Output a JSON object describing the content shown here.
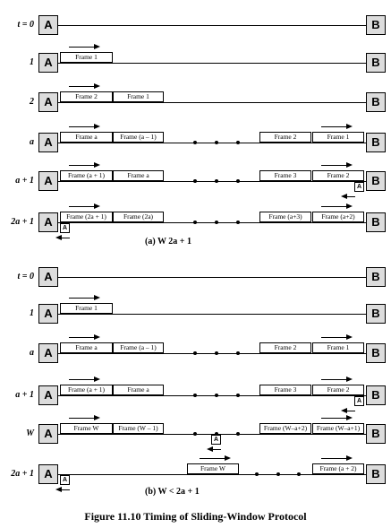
{
  "stations": {
    "left": "A",
    "right": "B",
    "ack": "A"
  },
  "panels": [
    {
      "caption": "(a) W    2a + 1",
      "rows": [
        {
          "label": "t = 0",
          "frames": [],
          "ack": null,
          "dots": false
        },
        {
          "label": "1",
          "frames": [
            {
              "text": "Frame 1",
              "slot": "L1",
              "arrow": true
            }
          ],
          "ack": null,
          "dots": false
        },
        {
          "label": "2",
          "frames": [
            {
              "text": "Frame 2",
              "slot": "L1",
              "arrow": true
            },
            {
              "text": "Frame 1",
              "slot": "L2",
              "arrow": false
            }
          ],
          "ack": null,
          "dots": false
        },
        {
          "label": "a",
          "frames": [
            {
              "text": "Frame a",
              "slot": "L1",
              "arrow": true
            },
            {
              "text": "Frame (a – 1)",
              "slot": "L2",
              "arrow": false
            },
            {
              "text": "Frame 2",
              "slot": "R2",
              "arrow": false
            },
            {
              "text": "Frame 1",
              "slot": "R1",
              "arrow": true
            }
          ],
          "ack": null,
          "dots": true
        },
        {
          "label": "a + 1",
          "frames": [
            {
              "text": "Frame (a + 1)",
              "slot": "L1",
              "arrow": true
            },
            {
              "text": "Frame a",
              "slot": "L2",
              "arrow": false
            },
            {
              "text": "Frame 3",
              "slot": "R2",
              "arrow": false
            },
            {
              "text": "Frame 2",
              "slot": "R1",
              "arrow": true
            }
          ],
          "ack": "right",
          "dots": true
        },
        {
          "label": "2a + 1",
          "frames": [
            {
              "text": "Frame (2a + 1)",
              "slot": "L1",
              "arrow": true
            },
            {
              "text": "Frame (2a)",
              "slot": "L2",
              "arrow": false
            },
            {
              "text": "Frame (a+3)",
              "slot": "R2",
              "arrow": false
            },
            {
              "text": "Frame (a+2)",
              "slot": "R1",
              "arrow": true
            }
          ],
          "ack": "left",
          "dots": true
        }
      ]
    },
    {
      "caption": "(b) W < 2a + 1",
      "rows": [
        {
          "label": "t = 0",
          "frames": [],
          "ack": null,
          "dots": false
        },
        {
          "label": "1",
          "frames": [
            {
              "text": "Frame 1",
              "slot": "L1",
              "arrow": true
            }
          ],
          "ack": null,
          "dots": false
        },
        {
          "label": "a",
          "frames": [
            {
              "text": "Frame a",
              "slot": "L1",
              "arrow": true
            },
            {
              "text": "Frame (a – 1)",
              "slot": "L2",
              "arrow": false
            },
            {
              "text": "Frame 2",
              "slot": "R2",
              "arrow": false
            },
            {
              "text": "Frame 1",
              "slot": "R1",
              "arrow": true
            }
          ],
          "ack": null,
          "dots": true
        },
        {
          "label": "a + 1",
          "frames": [
            {
              "text": "Frame (a + 1)",
              "slot": "L1",
              "arrow": true
            },
            {
              "text": "Frame a",
              "slot": "L2",
              "arrow": false
            },
            {
              "text": "Frame 3",
              "slot": "R2",
              "arrow": false
            },
            {
              "text": "Frame 2",
              "slot": "R1",
              "arrow": true
            }
          ],
          "ack": "right",
          "dots": true
        },
        {
          "label": "W",
          "frames": [
            {
              "text": "Frame W",
              "slot": "L1",
              "arrow": true
            },
            {
              "text": "Frame (W – 1)",
              "slot": "L2",
              "arrow": false
            },
            {
              "text": "Frame (W–a+2)",
              "slot": "R2",
              "arrow": false
            },
            {
              "text": "Frame (W–a+1)",
              "slot": "R1",
              "arrow": true
            }
          ],
          "ack": "middle",
          "dots": true
        },
        {
          "label": "2a + 1",
          "frames": [
            {
              "text": "Frame W",
              "slot": "M",
              "arrow": true
            },
            {
              "text": "Frame (a + 2)",
              "slot": "R1",
              "arrow": true
            }
          ],
          "ack": "left",
          "dots": true,
          "dots_pos": "right"
        }
      ]
    }
  ],
  "figure_title": "Figure 11.10   Timing of Sliding-Window Protocol"
}
